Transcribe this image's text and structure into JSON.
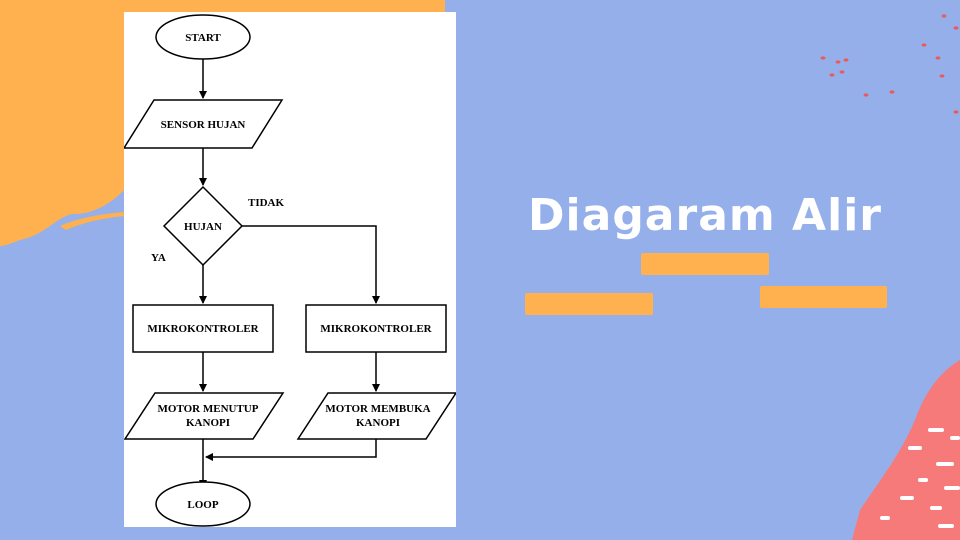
{
  "slide": {
    "title": "Diagaram Alir",
    "colors": {
      "background": "#95afea",
      "accent_orange": "#ffb150",
      "accent_red": "#f67a7a",
      "panel": "#ffffff"
    }
  },
  "flowchart": {
    "start": "START",
    "sensor": "SENSOR HUJAN",
    "decision": "HUJAN",
    "yes_label": "YA",
    "no_label": "TIDAK",
    "left_controller": "MIKROKONTROLER",
    "right_controller": "MIKROKONTROLER",
    "left_motor_line1": "MOTOR MENUTUP",
    "left_motor_line2": "KANOPI",
    "right_motor_line1": "MOTOR MEMBUKA",
    "right_motor_line2": "KANOPI",
    "end": "LOOP"
  }
}
